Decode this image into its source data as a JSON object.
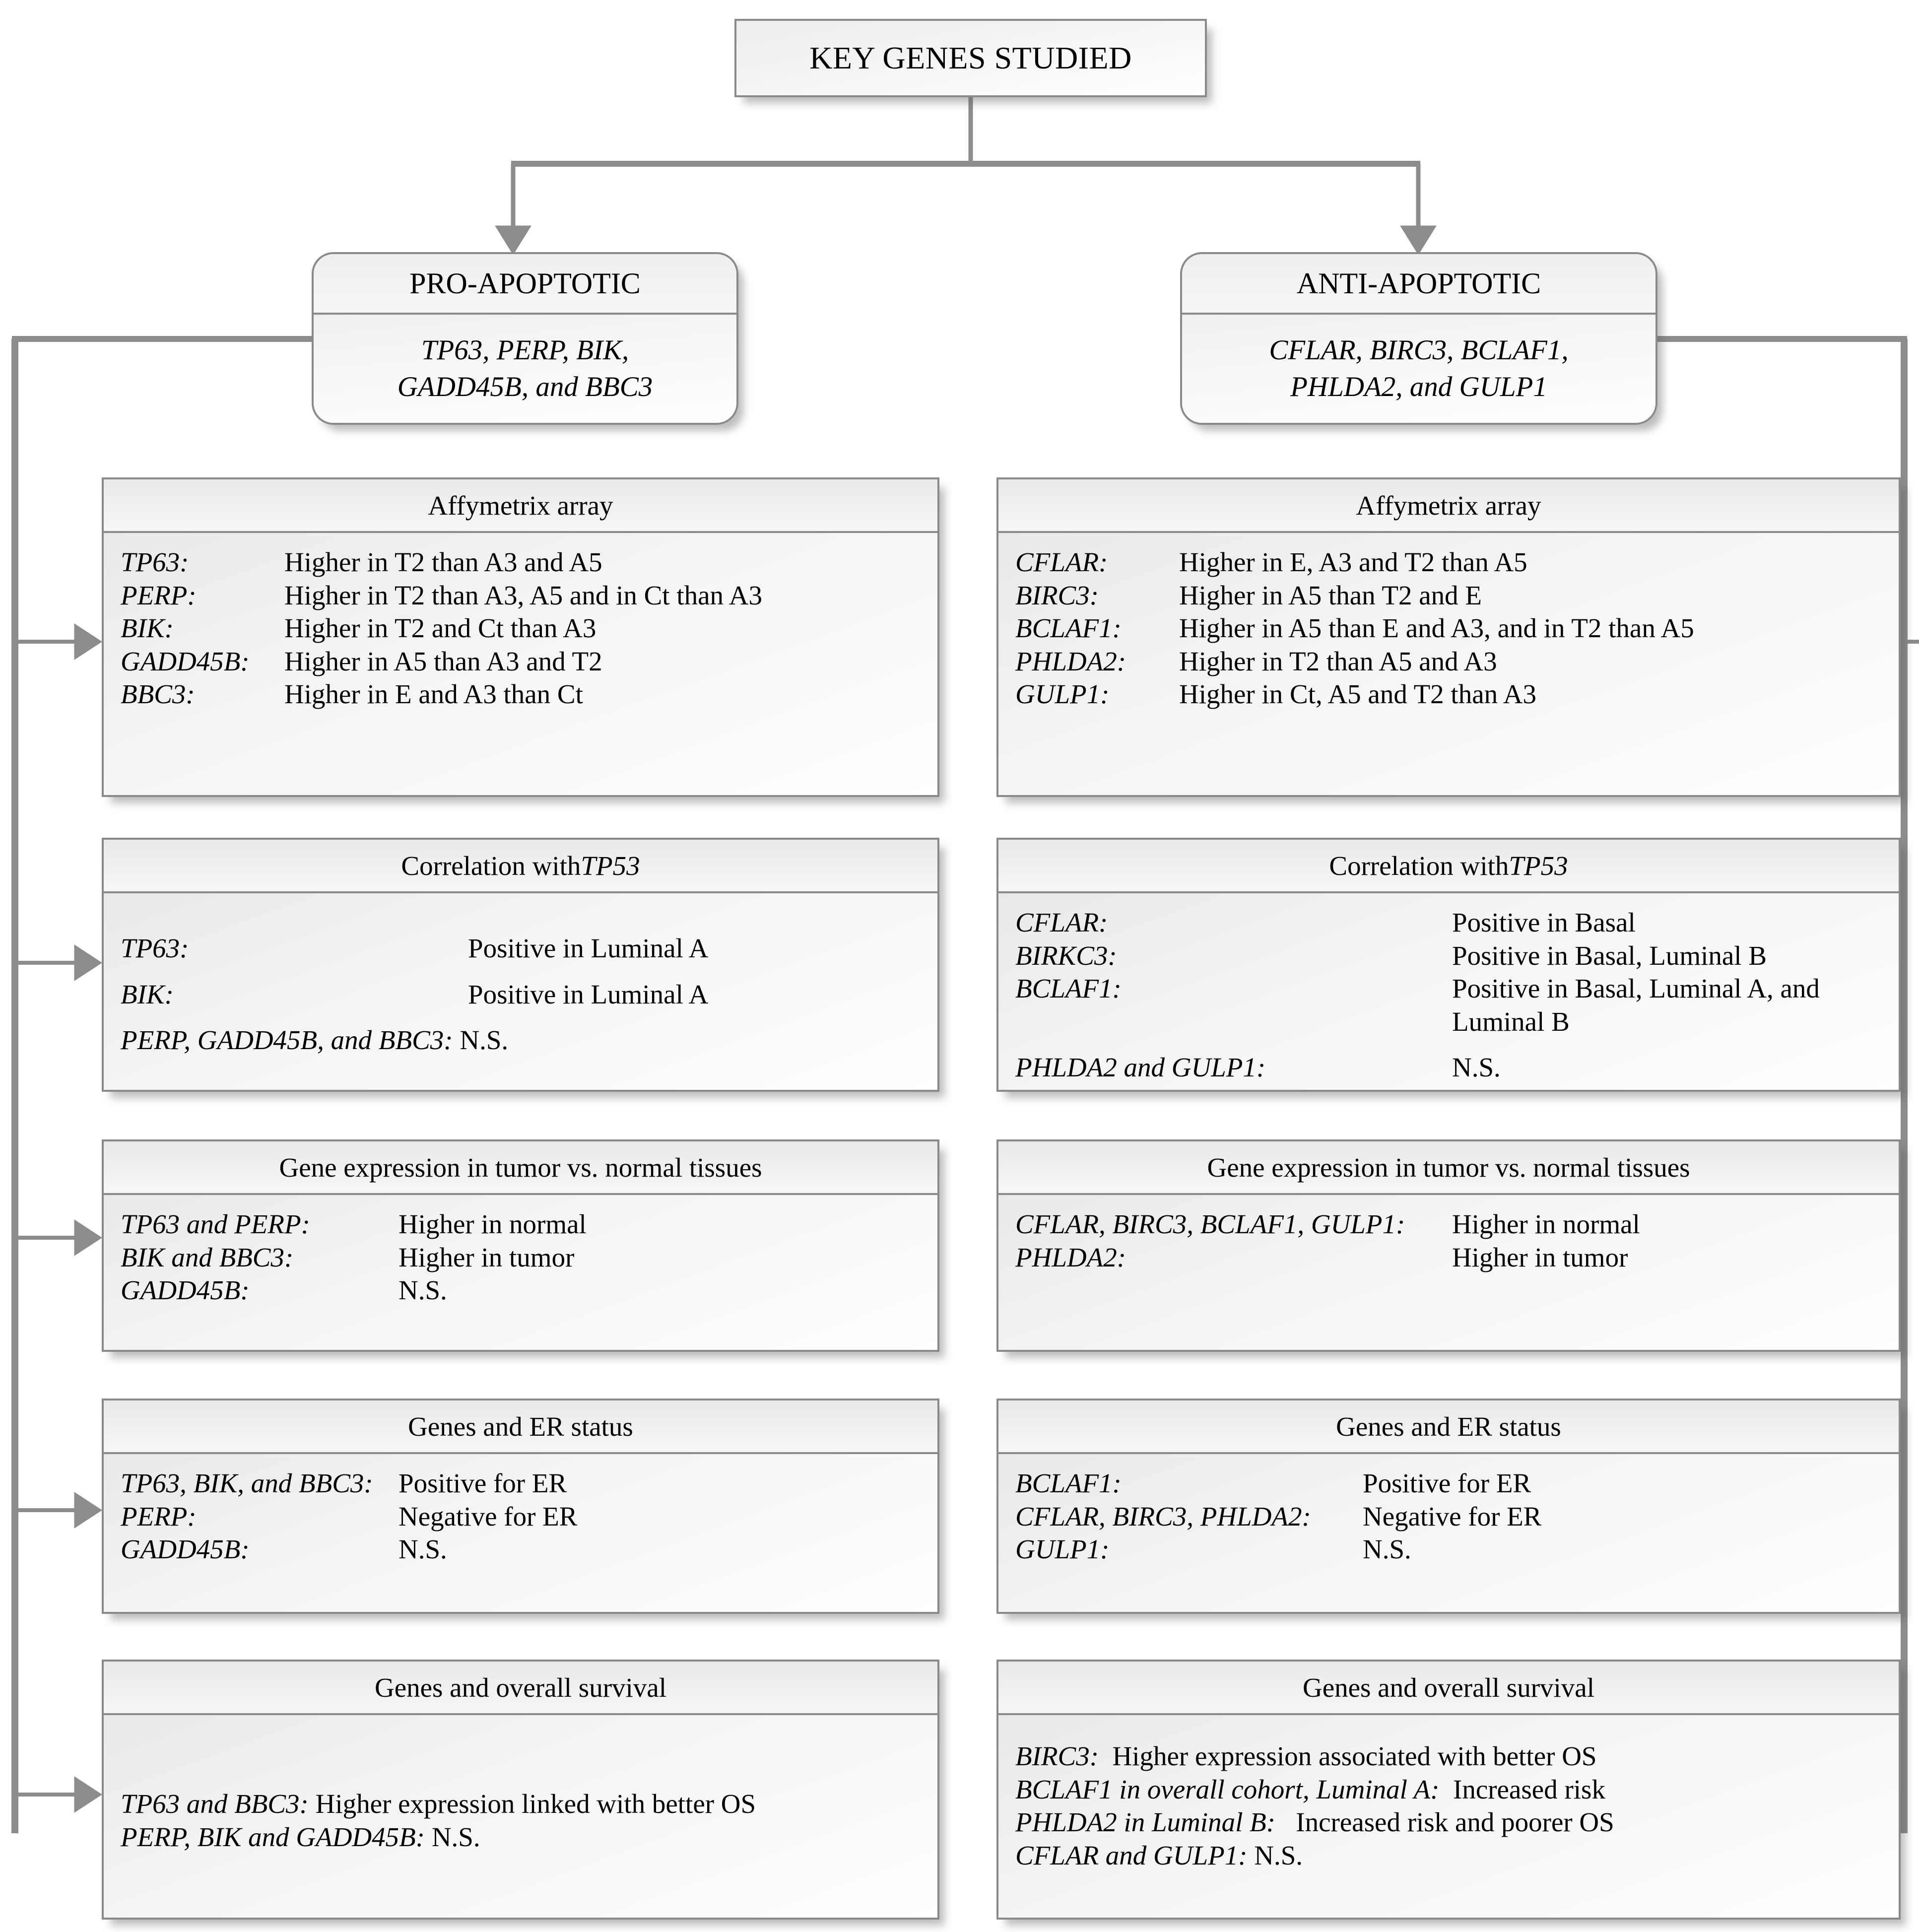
{
  "title": "KEY GENES STUDIED",
  "categories": {
    "left": {
      "heading": "PRO-APOPTOTIC",
      "genes_line1": "TP63, PERP, BIK,",
      "genes_line2": "GADD45B, and BBC3"
    },
    "right": {
      "heading": "ANTI-APOPTOTIC",
      "genes_line1": "CFLAR, BIRC3, BCLAF1,",
      "genes_line2": "PHLDA2, and GULP1"
    }
  },
  "panels": {
    "left": [
      {
        "heading": "Affymetrix array",
        "rows": [
          {
            "gene": "TP63:",
            "value": "Higher in T2 than A3 and A5"
          },
          {
            "gene": "PERP:",
            "value": "Higher in T2 than A3, A5 and in Ct than A3"
          },
          {
            "gene": "BIK:",
            "value": "Higher in T2 and Ct than A3"
          },
          {
            "gene": "GADD45B:",
            "value": "Higher in A5 than A3 and T2"
          },
          {
            "gene": "BBC3:",
            "value": "Higher in E and A3 than Ct"
          }
        ]
      },
      {
        "heading": "Correlation with TP53",
        "heading_italic": "TP53",
        "rows": [
          {
            "gene": "TP63:",
            "value": "Positive in Luminal A"
          },
          {
            "gene": "BIK:",
            "value": "Positive in Luminal A"
          },
          {
            "gene": "PERP, GADD45B, and BBC3:",
            "value": "N.S."
          }
        ]
      },
      {
        "heading": "Gene expression in tumor vs. normal tissues",
        "rows": [
          {
            "gene": "TP63 and PERP:",
            "value": "Higher in normal"
          },
          {
            "gene": "BIK and BBC3:",
            "value": "Higher in tumor"
          },
          {
            "gene": "GADD45B:",
            "value": "N.S."
          }
        ]
      },
      {
        "heading": "Genes and ER status",
        "rows": [
          {
            "gene": "TP63, BIK, and BBC3:",
            "value": "Positive for ER"
          },
          {
            "gene": "PERP:",
            "value": "Negative for ER"
          },
          {
            "gene": "GADD45B:",
            "value": "N.S."
          }
        ]
      },
      {
        "heading": "Genes and overall survival",
        "rows": [
          {
            "gene": "TP63 and BBC3:",
            "value": "Higher expression linked with better OS"
          },
          {
            "gene": "PERP, BIK and GADD45B:",
            "value": "N.S."
          }
        ]
      }
    ],
    "right": [
      {
        "heading": "Affymetrix array",
        "rows": [
          {
            "gene": "CFLAR:",
            "value": "Higher in E, A3 and T2 than A5"
          },
          {
            "gene": "BIRC3:",
            "value": "Higher in A5 than T2 and E"
          },
          {
            "gene": "BCLAF1:",
            "value": "Higher in A5 than E and A3, and in T2 than A5"
          },
          {
            "gene": "PHLDA2:",
            "value": "Higher in T2 than A5 and A3"
          },
          {
            "gene": "GULP1:",
            "value": "Higher in Ct, A5 and T2 than A3"
          }
        ]
      },
      {
        "heading": "Correlation with TP53",
        "heading_italic": "TP53",
        "rows": [
          {
            "gene": "CFLAR:",
            "value": "Positive in Basal"
          },
          {
            "gene": "BIRKC3:",
            "value": "Positive in Basal, Luminal B"
          },
          {
            "gene": "BCLAF1:",
            "value": "Positive in Basal, Luminal A, and Luminal B"
          },
          {
            "gene": "PHLDA2 and GULP1:",
            "value": "N.S."
          }
        ]
      },
      {
        "heading": "Gene expression in tumor vs. normal tissues",
        "rows": [
          {
            "gene": "CFLAR, BIRC3, BCLAF1, GULP1:",
            "value": "Higher in normal"
          },
          {
            "gene": "PHLDA2:",
            "value": "Higher in tumor"
          }
        ]
      },
      {
        "heading": "Genes and ER status",
        "rows": [
          {
            "gene": "BCLAF1:",
            "value": "Positive for ER"
          },
          {
            "gene": "CFLAR, BIRC3, PHLDA2:",
            "value": "Negative for ER"
          },
          {
            "gene": "GULP1:",
            "value": "N.S."
          }
        ]
      },
      {
        "heading": "Genes and overall survival",
        "rows": [
          {
            "gene": "BIRC3:",
            "value": "Higher expression associated with better OS"
          },
          {
            "gene": "BCLAF1 in overall cohort, Luminal A:",
            "value": "Increased risk"
          },
          {
            "gene": "PHLDA2 in Luminal B:",
            "value": "Increased risk and poorer OS"
          },
          {
            "gene": "CFLAR and GULP1:",
            "value": "N.S."
          }
        ]
      }
    ]
  },
  "colors": {
    "border": "#8a8a8a",
    "connector": "#8c8c8c",
    "background": "#ffffff",
    "text": "#000000"
  }
}
